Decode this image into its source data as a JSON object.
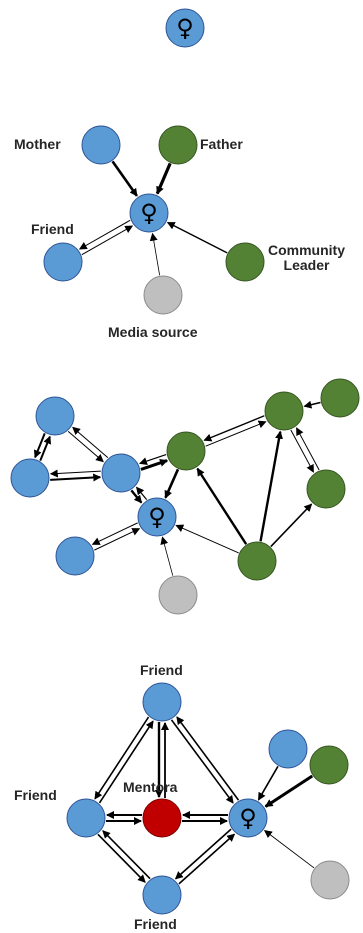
{
  "colors": {
    "female_blue": "#5b9bd5",
    "male_green": "#548235",
    "media_gray": "#bfbfbf",
    "mentor_red": "#c00000",
    "edge": "#000000",
    "node_stroke": "#2f5597"
  },
  "icons": {
    "female_symbol": "female-symbol-icon"
  },
  "panel1": {
    "focal": "♀"
  },
  "panel2": {
    "focal": "♀",
    "mother_label": "Mother",
    "father_label": "Father",
    "friend_label": "Friend",
    "community_leader_line1": "Community",
    "community_leader_line2": "Leader",
    "media_source_label": "Media source"
  },
  "panel3": {
    "focal": "♀"
  },
  "panel4": {
    "focal": "♀",
    "friend_top_label": "Friend",
    "friend_left_label": "Friend",
    "friend_bottom_label": "Friend",
    "mentora_label": "Mentora"
  }
}
